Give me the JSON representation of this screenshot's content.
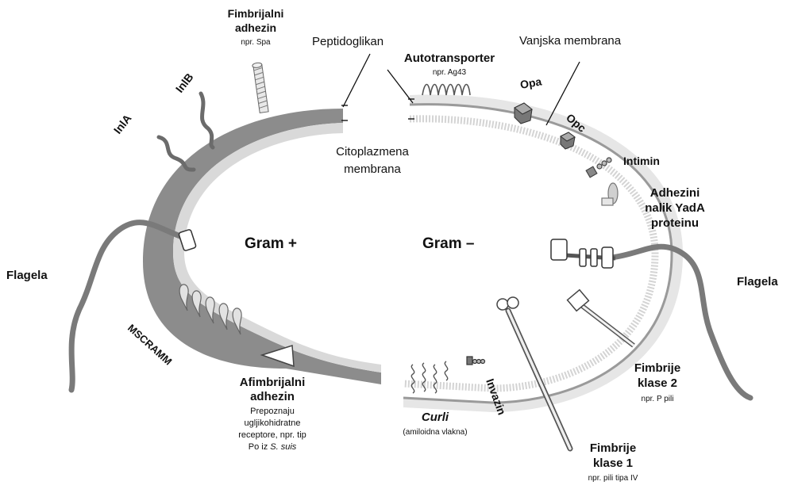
{
  "colors": {
    "gram_positive_wall": "#8c8c8c",
    "membrane_light": "#d9d9d9",
    "membrane_dark": "#9a9a9a",
    "outer_membrane": "#e6e6e6",
    "flagellum": "#7a7a7a",
    "text": "#111111"
  },
  "labels": {
    "gram_plus": "Gram +",
    "gram_minus": "Gram –",
    "peptidoglikan": "Peptidoglikan",
    "vanjska_membrana": "Vanjska membrana",
    "citoplazmena_1": "Citoplazmena",
    "citoplazmena_2": "membrana",
    "fimbrijalni_1": "Fimbrijalni",
    "fimbrijalni_2": "adhezin",
    "fimbrijalni_ex": "npr. Spa",
    "inlb": "InlB",
    "inla": "InlA",
    "flagela_left": "Flagela",
    "flagela_right": "Flagela",
    "mscramm": "MSCRAMM",
    "afim_1": "Afimbrijalni",
    "afim_2": "adhezin",
    "afim_d1": "Prepoznaju",
    "afim_d2": "ugljikohidratne",
    "afim_d3": "receptore, npr. tip",
    "afim_d4a": "Po iz ",
    "afim_d4b": "S. suis",
    "autotransporter": "Autotransporter",
    "autotransporter_ex": "npr. Ag43",
    "opa": "Opa",
    "opc": "Opc",
    "intimin": "Intimin",
    "yada_1": "Adhezini",
    "yada_2": "nalik YadA",
    "yada_3": "proteinu",
    "fim2_1": "Fimbrije",
    "fim2_2": "klase 2",
    "fim2_ex": "npr. P pili",
    "fim1_1": "Fimbrije",
    "fim1_2": "klase 1",
    "fim1_ex": "npr. pili tipa IV",
    "curli": "Curli",
    "curli_ex": "(amiloidna vlakna)",
    "invazin": "Invazin"
  }
}
